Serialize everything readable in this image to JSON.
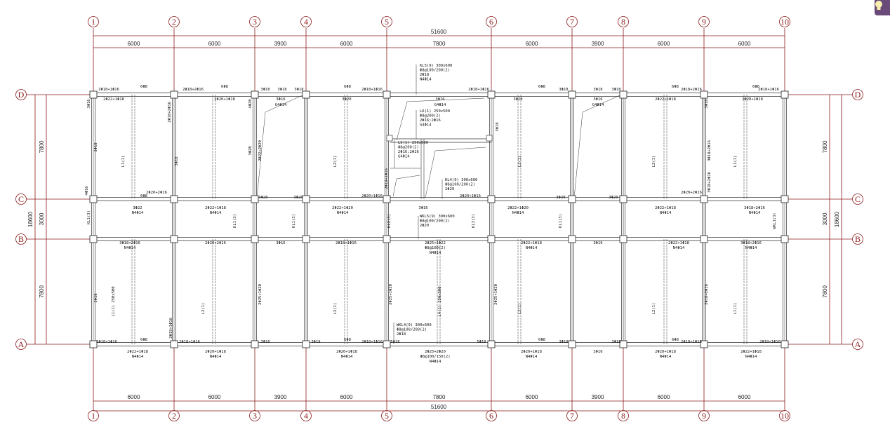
{
  "drawing": {
    "x_axes": [
      "1",
      "2",
      "3",
      "4",
      "5",
      "6",
      "7",
      "8",
      "9",
      "10"
    ],
    "y_axes": [
      "D",
      "C",
      "B",
      "A"
    ],
    "total_width": "51600",
    "spans_x": [
      "6000",
      "6000",
      "3900",
      "6000",
      "7800",
      "6000",
      "3900",
      "6000",
      "6000"
    ],
    "total_height": "18600",
    "spans_y": [
      "7800",
      "3000",
      "7800"
    ],
    "annotations": [
      "2Φ18+1Φ16",
      "6Φ8",
      "2Φ18+2Φ16",
      "6Φ8",
      "3Φ18",
      "3Φ18",
      "3Φ18",
      "6Φ8",
      "2Φ18+1Φ16",
      "2Φ18+1Φ16",
      "6Φ8",
      "3Φ18",
      "3Φ18",
      "3Φ18",
      "6Φ8",
      "2Φ18+2Φ16",
      "6Φ8",
      "2Φ18+1Φ16",
      "2Φ22+1Φ18",
      "2Φ20+1Φ18",
      "3Φ16",
      "G4Φ14",
      "3Φ20",
      "3Φ16",
      "G4Φ14",
      "3Φ20",
      "3Φ16",
      "G4Φ14",
      "2Φ22+1Φ18",
      "2Φ20+1Φ18",
      "L1(1)",
      "L2(1)",
      "L2(1)",
      "L2(1)",
      "L1(1)",
      "3Φ22",
      "N4Φ14",
      "2Φ22+1Φ18",
      "N4Φ14",
      "2Φ22+1Φ20",
      "N4Φ14",
      "3Φ16",
      "2Φ22+1Φ20",
      "N4Φ14",
      "2Φ22+1Φ18",
      "N4Φ14",
      "3Φ18+2Φ16",
      "N4Φ14",
      "2Φ20+2Φ16",
      "6Φ8",
      "2Φ20+1Φ16",
      "3Φ20",
      "3Φ20",
      "2Φ20+1Φ16",
      "3Φ20",
      "3Φ20",
      "2Φ20+2Φ16",
      "3Φ18+2Φ16",
      "N4Φ14",
      "2Φ20+2Φ16",
      "3Φ16",
      "2Φ18+1Φ16",
      "2Φ25+1Φ22",
      "Φ8@100(2)",
      "N4Φ14",
      "2Φ22+1Φ18",
      "N4Φ14",
      "3Φ16",
      "2Φ22+1Φ18",
      "N4Φ14",
      "3Φ18+2Φ16",
      "N4Φ14",
      "L1(1) 250x500",
      "L2(1)",
      "L2(1)",
      "L4(1) 250x500",
      "L2(1)",
      "L2(1)",
      "L1(1)",
      "2Φ18+1Φ16",
      "6Φ8",
      "2Φ18+1Φ16",
      "3Φ18",
      "3Φ18",
      "6Φ8",
      "2Φ18+1Φ16",
      "5Φ18",
      "5Φ18",
      "6Φ8",
      "3Φ18",
      "3Φ18",
      "6Φ8",
      "2Φ18+1Φ16",
      "2Φ18+1Φ16",
      "2Φ22+1Φ18",
      "N4Φ14",
      "2Φ20+1Φ18",
      "N4Φ14",
      "2Φ20+1Φ18",
      "N4Φ14",
      "2Φ25+2Φ20",
      "Φ8@100/150(2)",
      "N4Φ14",
      "2Φ20+1Φ18",
      "N4Φ14",
      "3Φ16",
      "2Φ20+1Φ18",
      "N4Φ14",
      "2Φ22+1Φ18",
      "N4Φ14",
      "3Φ16",
      "3Φ18",
      "4Φ20",
      "2Φ22+2Φ20",
      "3Φ20",
      "2Φ18+2Φ16",
      "3Φ18",
      "3Φ18",
      "3Φ18+2Φ16",
      "3Φ18",
      "4Φ16",
      "2Φ19+1Φ16",
      "2Φ25+1Φ20",
      "2Φ25+1Φ20",
      "2Φ19+1Φ16",
      "2Φ25+1Φ20",
      "3Φ18",
      "2Φ18+2Φ16",
      "3Φ18+2Φ16",
      "KL1(3)",
      "KL1(3)",
      "KL2(3)",
      "KL1(3)",
      "KL3(3)",
      "KL1(3)",
      "WKL1(3)"
    ],
    "callouts": [
      [
        "KL5(9) 300x600",
        "Φ8@100/200(2)",
        "2Φ18",
        "N4Φ14"
      ],
      [
        "L6(1) 250x500",
        "Φ8@200(2)",
        "2Φ16;2Φ16",
        "G4Φ14"
      ],
      [
        "L5(1) 250x500",
        "Φ8@200(2)",
        "2Φ16;2Φ16",
        "G4Φ14"
      ],
      [
        "KL4(9) 300x600",
        "Φ8@100/200(2)",
        "2Φ20"
      ],
      [
        "WKL5(9) 300x600",
        "Φ8@100/200(2)",
        "2Φ20"
      ],
      [
        "WKL4(9) 300x600",
        "Φ8@100/200(2)",
        "2Φ18"
      ]
    ]
  },
  "toolbar": {
    "hint_icon": "lightbulb-icon"
  },
  "colors": {
    "axis": "#8b1a1a",
    "beam": "#333333",
    "hint_bg": "#6a4a78",
    "hint_fg": "#f6efb0"
  }
}
